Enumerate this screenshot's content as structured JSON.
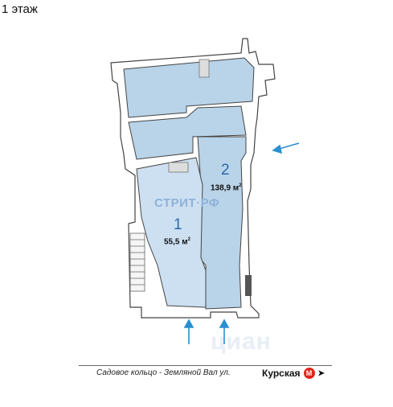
{
  "floor": {
    "label": "1 этаж"
  },
  "watermark": {
    "text": "СТРИТ·РФ",
    "cian": "циан"
  },
  "rooms": [
    {
      "number": "1",
      "area": "55,5 м",
      "unit_sup": "2",
      "color": "#cde0f2"
    },
    {
      "number": "2",
      "area": "138,9 м",
      "unit_sup": "2",
      "color": "#b9d3e8"
    }
  ],
  "street": {
    "name": "Садовое кольцо - Земляной Вал ул."
  },
  "metro": {
    "station": "Курская",
    "logo": "М",
    "arrow": "➤"
  },
  "colors": {
    "room_fill": "#b9d3e8",
    "wall": "#444444",
    "arrow": "#2a8fd0",
    "metro_red": "#e2231a"
  },
  "icons": [
    "entrance-arrow-icon",
    "metro-logo-icon",
    "direction-arrow-icon"
  ]
}
